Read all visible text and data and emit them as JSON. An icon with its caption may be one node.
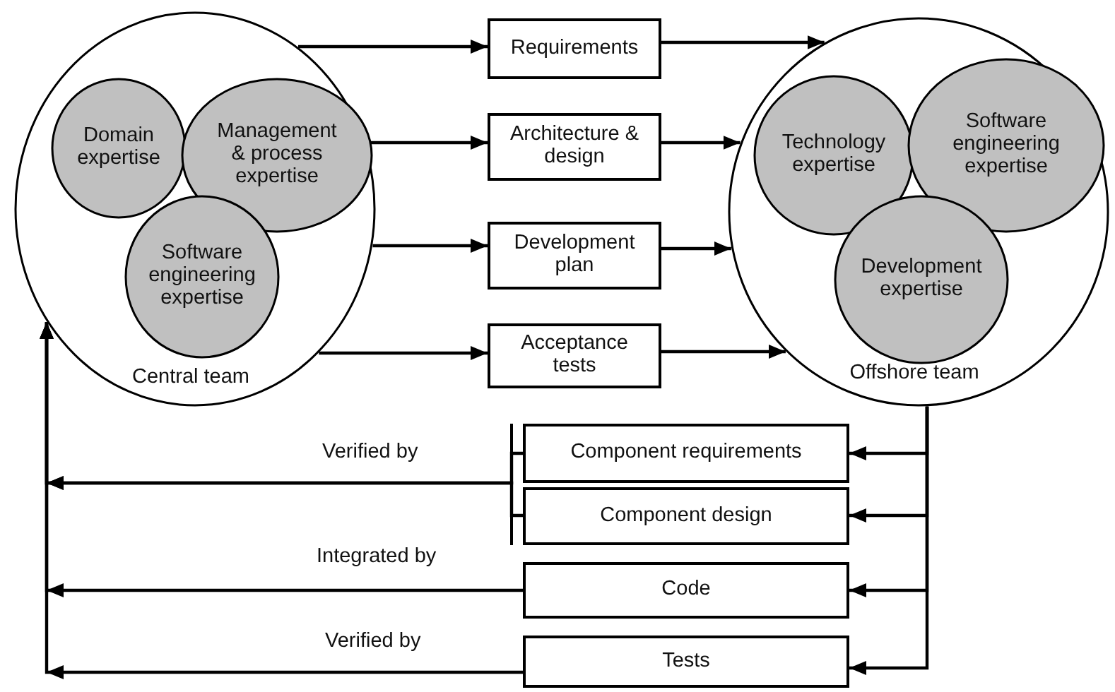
{
  "diagram": {
    "nodes": [
      {
        "text": [
          "Central team"
        ]
      },
      {
        "text": [
          "Domain expertise"
        ],
        "in": 0
      },
      {
        "text": [
          "Management & process expertise"
        ],
        "in": 0
      },
      {
        "text": [
          "Software engineering expertise"
        ],
        "in": 0
      },
      {
        "text": [
          "Requirements"
        ]
      },
      {
        "text": [
          "Architecture & design"
        ]
      },
      {
        "text": [
          "Development plan"
        ]
      },
      {
        "text": [
          "Acceptance tests"
        ]
      },
      {
        "text": [
          "Offshore team"
        ]
      },
      {
        "text": [
          "Technology expertise"
        ],
        "in": 8
      },
      {
        "text": [
          "Software engineering expertise"
        ],
        "in": 8
      },
      {
        "text": [
          "Development expertise"
        ],
        "in": 8
      },
      {
        "text": [
          "Component requirements"
        ]
      },
      {
        "text": [
          "Component design"
        ]
      },
      {
        "text": [
          "Code"
        ]
      },
      {
        "text": [
          "Tests"
        ]
      }
    ],
    "edges": [
      {
        "from": 0,
        "to": 4,
        "arrow": "to"
      },
      {
        "from": 0,
        "to": 5,
        "arrow": "to"
      },
      {
        "from": 0,
        "to": 6,
        "arrow": "to"
      },
      {
        "from": 0,
        "to": 7,
        "arrow": "to"
      },
      {
        "from": 4,
        "to": 8,
        "arrow": "to"
      },
      {
        "from": 5,
        "to": 8,
        "arrow": "to"
      },
      {
        "from": 6,
        "to": 8,
        "arrow": "to"
      },
      {
        "from": 7,
        "to": 8,
        "arrow": "to"
      },
      {
        "from": 8,
        "to": 12,
        "arrow": "to"
      },
      {
        "from": 8,
        "to": 13,
        "arrow": "to"
      },
      {
        "from": 8,
        "to": 14,
        "arrow": "to"
      },
      {
        "from": 8,
        "to": 15,
        "arrow": "to"
      },
      {
        "from": 12,
        "to": 0,
        "label": "Verified by",
        "arrow": "to"
      },
      {
        "from": 13,
        "to": 0,
        "arrow": "to"
      },
      {
        "from": 14,
        "to": 0,
        "label": "Integrated by",
        "arrow": "to"
      },
      {
        "from": 15,
        "to": 0,
        "label": "Verified by",
        "arrow": "to"
      }
    ]
  }
}
